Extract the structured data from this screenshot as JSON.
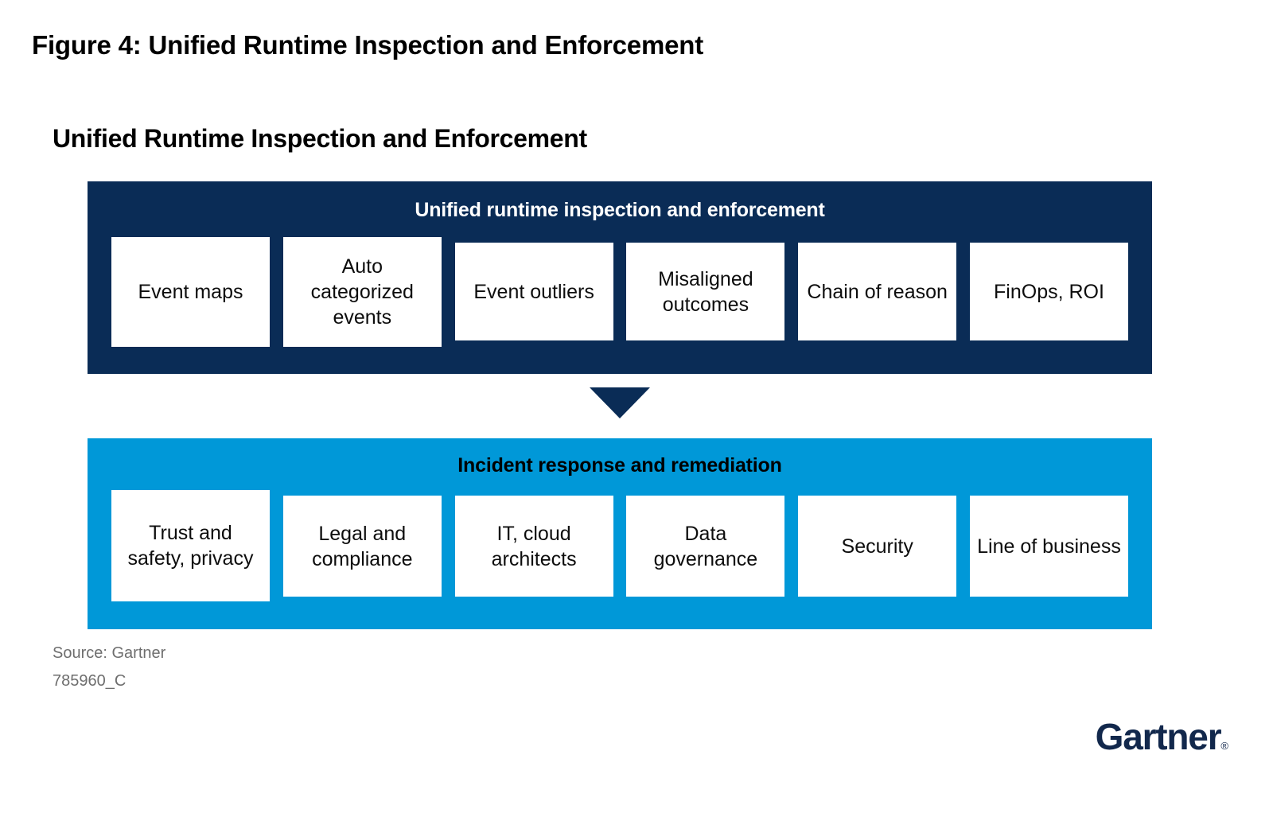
{
  "figure": {
    "title": "Figure 4: Unified Runtime Inspection and Enforcement",
    "heading": "Unified Runtime Inspection and Enforcement"
  },
  "bands": {
    "runtime": {
      "title": "Unified runtime inspection and enforcement",
      "band_color": "#0a2c56",
      "title_color": "#ffffff",
      "cards": [
        {
          "label": "Event maps"
        },
        {
          "label": "Auto categorized events"
        },
        {
          "label": "Event outliers"
        },
        {
          "label": "Misaligned outcomes"
        },
        {
          "label": "Chain of reason"
        },
        {
          "label": "FinOps, ROI"
        }
      ]
    },
    "incident": {
      "title": "Incident response and remediation",
      "band_color": "#0098d8",
      "title_color": "#000000",
      "cards": [
        {
          "label": "Trust and safety, privacy"
        },
        {
          "label": "Legal and compliance"
        },
        {
          "label": "IT, cloud architects"
        },
        {
          "label": "Data governance"
        },
        {
          "label": "Security"
        },
        {
          "label": "Line of business"
        }
      ]
    }
  },
  "arrow": {
    "direction": "down",
    "color": "#0a2c56"
  },
  "footer": {
    "source": "Source: Gartner",
    "figure_id": "785960_C",
    "logo_text": "Gartner",
    "logo_mark": "®",
    "logo_color": "#12284c"
  }
}
